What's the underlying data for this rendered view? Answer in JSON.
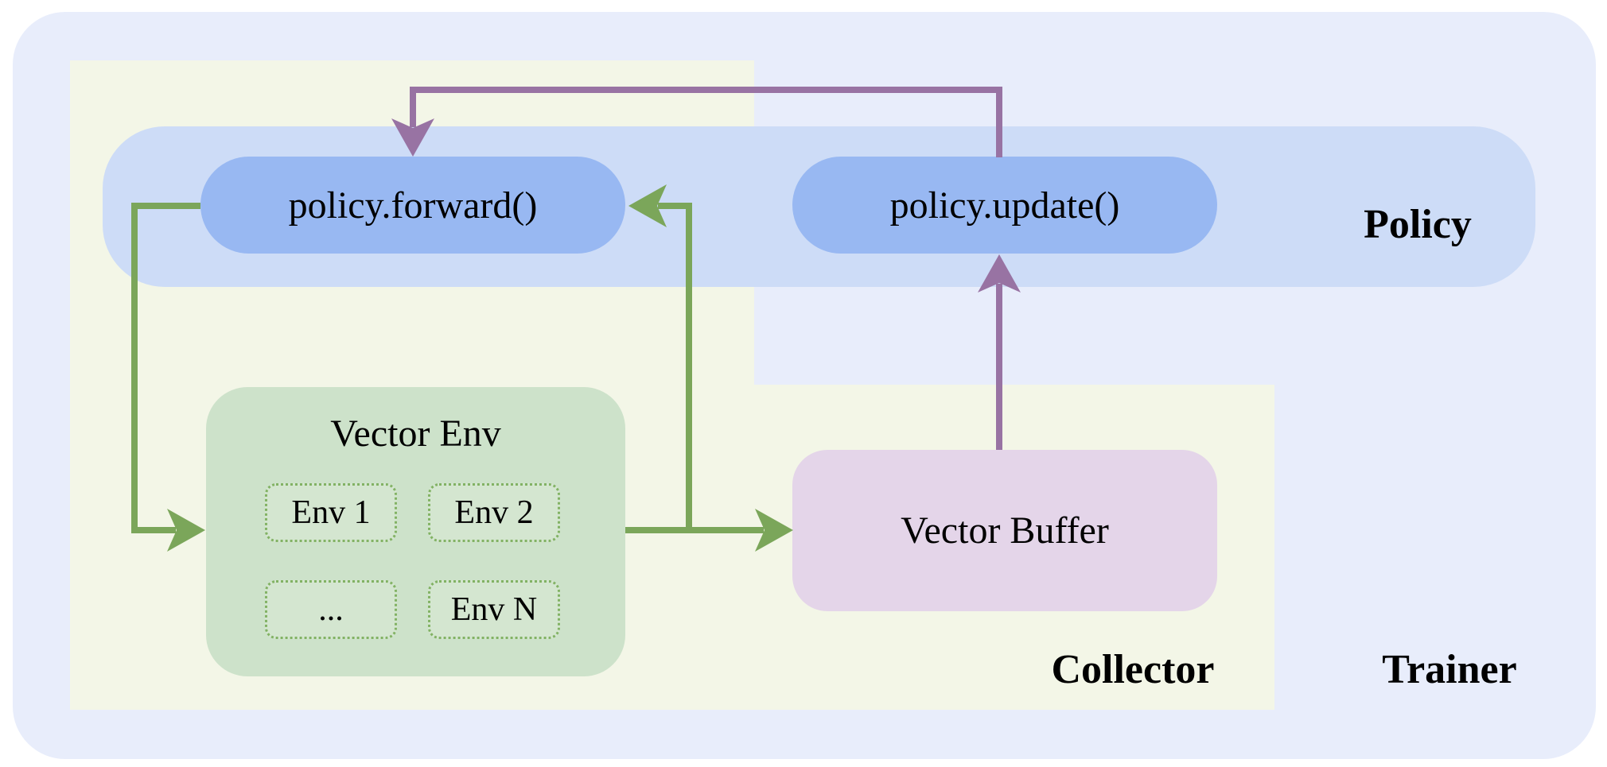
{
  "colors": {
    "page_bg": "#ffffff",
    "trainer_bg": "#e8edfb",
    "collector_bg": "#f3f6e7",
    "policy_band_bg": "#cddcf7",
    "pill_bg": "#98b8f2",
    "env_box_bg": "#cde2ca",
    "env_cell_bg": "#d4e6d0",
    "env_cell_border": "#82b264",
    "buffer_bg": "#e4d5e9",
    "arrow_green": "#7ba65a",
    "arrow_purple": "#9873a3",
    "text": "#000000"
  },
  "labels": {
    "policy_forward": "policy.forward()",
    "policy_update": "policy.update()",
    "policy": "Policy",
    "vector_env": "Vector Env",
    "vector_buffer": "Vector Buffer",
    "collector": "Collector",
    "trainer": "Trainer"
  },
  "env_cells": [
    "Env 1",
    "Env 2",
    "...",
    "Env N"
  ]
}
